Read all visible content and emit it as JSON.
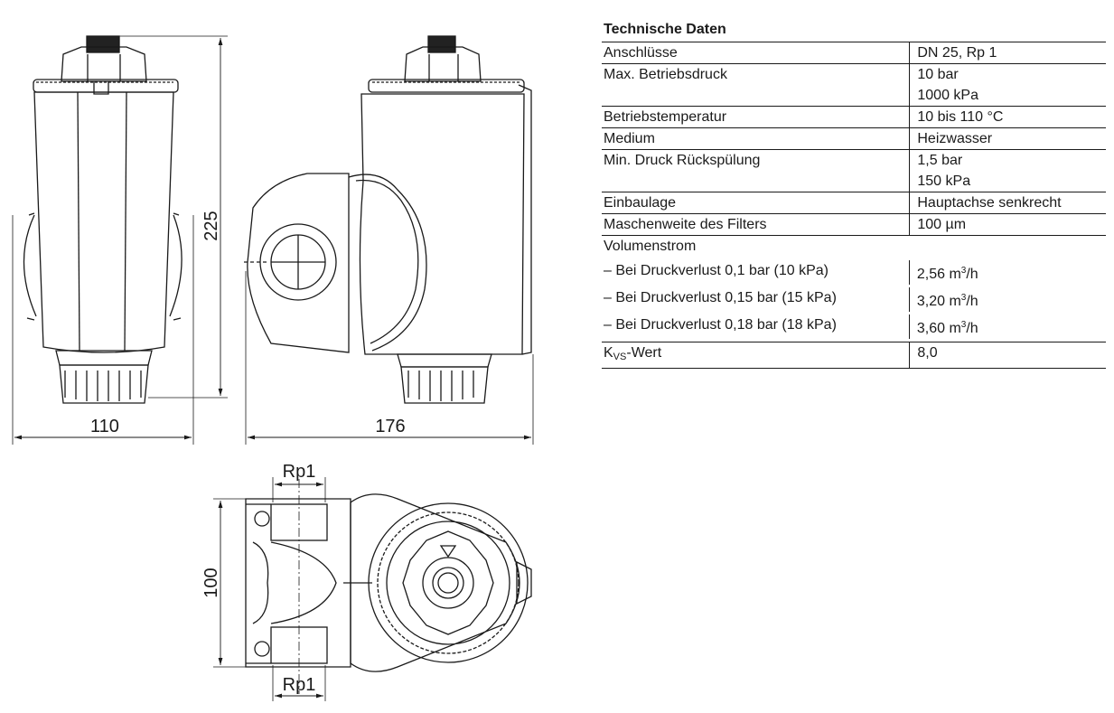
{
  "drawing": {
    "dim_height": "225",
    "dim_front_width": "110",
    "dim_side_width": "176",
    "dim_top_depth": "100",
    "port_top": "Rp1",
    "port_bottom": "Rp1"
  },
  "specs": {
    "title": "Technische Daten",
    "rows": [
      {
        "label": "Anschlüsse",
        "value": "DN 25, Rp 1"
      },
      {
        "label": "Max. Betriebsdruck",
        "value": "10 bar",
        "value2": "1000 kPa"
      },
      {
        "label": "Betriebstemperatur",
        "value": "10 bis 110 °C"
      },
      {
        "label": "Medium",
        "value": "Heizwasser"
      },
      {
        "label": "Min. Druck Rückspülung",
        "value": "1,5 bar",
        "value2": "150 kPa"
      },
      {
        "label": "Einbaulage",
        "value": "Hauptachse senkrecht"
      },
      {
        "label": "Maschenweite des Filters",
        "value": "100 µm"
      },
      {
        "label": "Volumenstrom"
      },
      {
        "label": "– Bei Druckverlust 0,1 bar (10 kPa)",
        "value": "2,56 m",
        "unit_sup": "3",
        "unit_rest": "/h"
      },
      {
        "label": "– Bei Druckverlust 0,15 bar (15 kPa)",
        "value": "3,20 m",
        "unit_sup": "3",
        "unit_rest": "/h"
      },
      {
        "label": "– Bei Druckverlust 0,18 bar (18 kPa)",
        "value": "3,60 m",
        "unit_sup": "3",
        "unit_rest": "/h"
      },
      {
        "label_main": "K",
        "label_sub": "VS",
        "label_rest": "-Wert",
        "value": "8,0"
      }
    ]
  }
}
